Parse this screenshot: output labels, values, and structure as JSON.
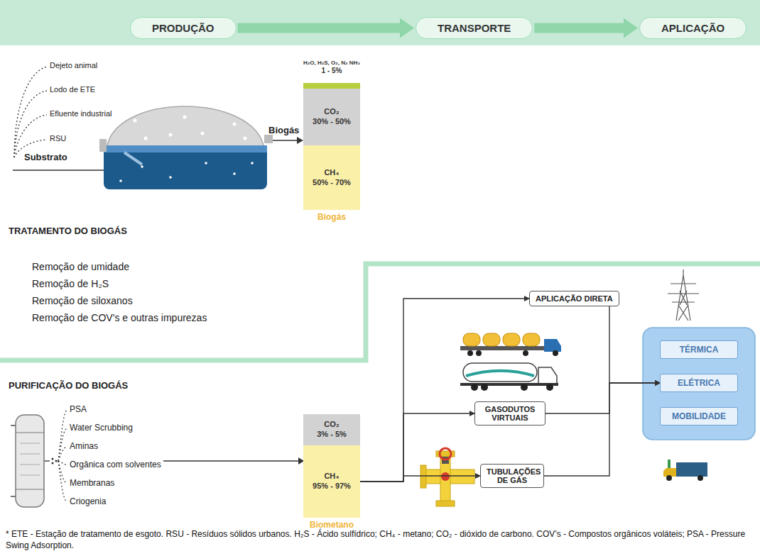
{
  "diagram": {
    "caption": "* ETE - Estação de tratamento de esgoto. RSU - Resíduos sólidos urbanos. H₂S - Ácido sulfídrico; CH₄ - metano; CO₂ - dióxido de carbono. COV’s - Compostos orgânicos voláteis; PSA - Pressure Swing Adsorption.",
    "nodes": [
      {
        "text": [
          "PRODUÇÃO"
        ]
      },
      {
        "text": [
          "TRANSPORTE"
        ]
      },
      {
        "text": [
          "APLICAÇÃO"
        ]
      },
      {
        "text": [
          "H₂O, H₂S, O₂, N₂ NH₃",
          "1 - 5%"
        ]
      },
      {
        "text": [
          "CO₂",
          "30% - 50%"
        ]
      },
      {
        "text": [
          "CH₄",
          "50% - 70%"
        ]
      },
      {
        "text": [
          "CO₂",
          "3% - 5%"
        ]
      },
      {
        "text": [
          "CH₄",
          "95% - 97%"
        ]
      },
      {
        "text": [
          "APLICAÇÃO DIRETA"
        ]
      },
      {
        "text": [
          "GASODUTOS VIRTUAIS"
        ]
      },
      {
        "text": [
          "TUBULAÇÕES DE GÁS"
        ]
      },
      {
        "text": [
          "TÉRMICA"
        ]
      },
      {
        "text": [
          "ELÉTRICA"
        ]
      },
      {
        "text": [
          "MOBILIDADE"
        ]
      }
    ],
    "edges": [
      {
        "from": 0,
        "to": 1,
        "arrow": "to"
      },
      {
        "from": 1,
        "to": 2,
        "arrow": "to"
      },
      {
        "from": 7,
        "to": 8,
        "arrow": "to"
      },
      {
        "from": 7,
        "to": 9,
        "arrow": "to"
      },
      {
        "from": 7,
        "to": 10,
        "arrow": "to"
      },
      {
        "from": 8,
        "to": 12,
        "arrow": "to"
      },
      {
        "from": 9,
        "to": 12,
        "arrow": "to"
      },
      {
        "from": 10,
        "to": 12,
        "arrow": "to"
      }
    ],
    "labels": [
      "Dejeto animal",
      "Lodo de ETE",
      "Efluente industrial",
      "RSU",
      "Substrato",
      "Biogás",
      "Biogás",
      "TRATAMENTO DO BIOGÁS",
      "Remoção de umidade",
      "Remoção de H₂S",
      "Remoção de siloxanos",
      "Remoção de COV’s e outras impurezas",
      "PURIFICAÇÃO DO BIOGÁS",
      "PSA",
      "Water Scrubbing",
      "Aminas",
      "Orgânica com solventes",
      "Membranas",
      "Criogenia",
      "Biometano"
    ]
  }
}
